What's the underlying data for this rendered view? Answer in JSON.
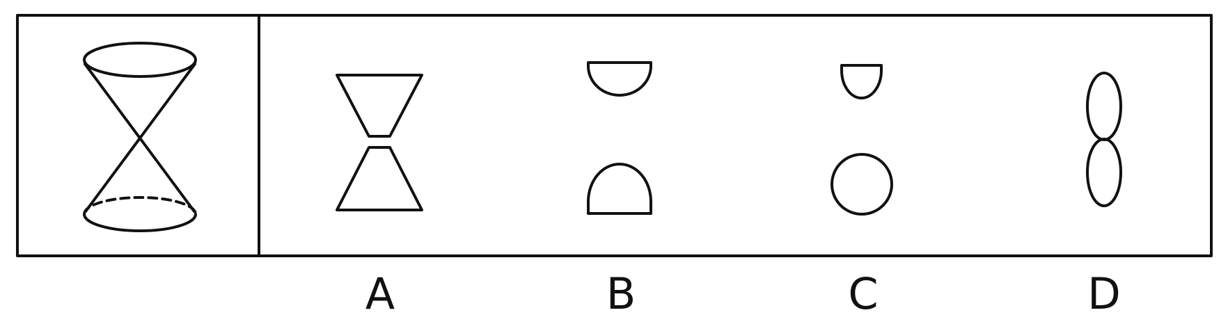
{
  "options": [
    {
      "key": "A",
      "label": "A",
      "shape": "two-trapezoids"
    },
    {
      "key": "B",
      "label": "B",
      "shape": "two-half-ellipses"
    },
    {
      "key": "C",
      "label": "C",
      "shape": "half-ellipse-and-circle"
    },
    {
      "key": "D",
      "label": "D",
      "shape": "two-touching-ellipses"
    }
  ],
  "given": {
    "shape": "double-cone"
  },
  "colors": {
    "stroke": "#111111",
    "background": "#ffffff"
  }
}
